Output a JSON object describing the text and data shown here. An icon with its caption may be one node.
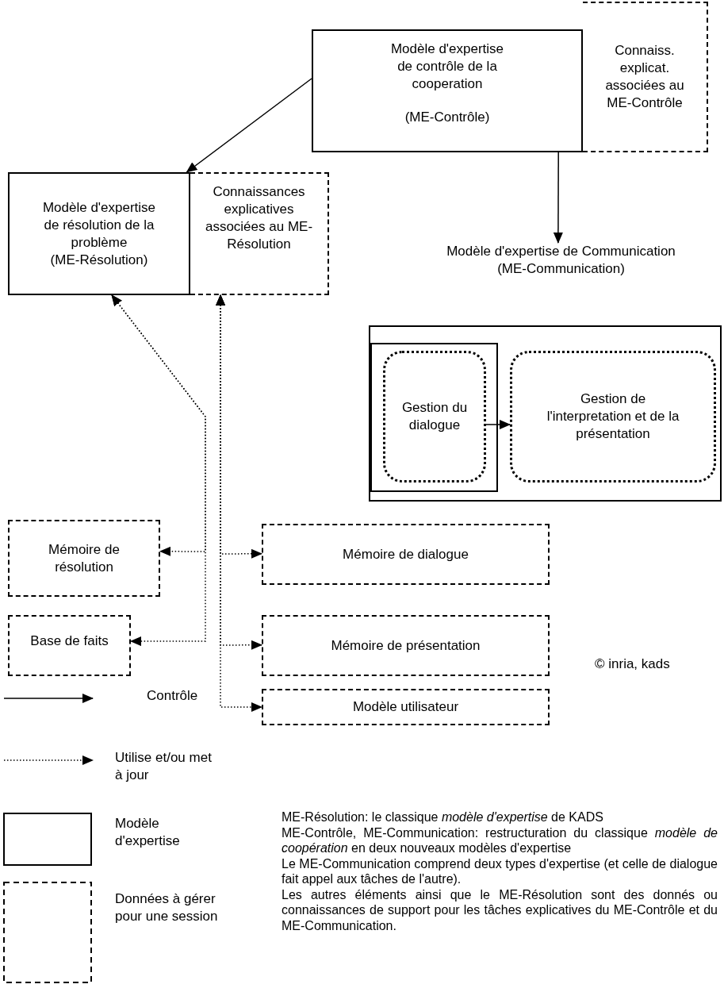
{
  "diagram": {
    "nodes": [
      {
        "text": [
          "Modèle d'expertise de contrôle de la cooperation",
          "(ME-Contrôle)"
        ]
      },
      {
        "text": [
          "Connaiss. explicat. associées au ME-Contrôle"
        ]
      },
      {
        "text": [
          "Modèle d'expertise de résolution de la problème",
          "(ME-Résolution)"
        ]
      },
      {
        "text": [
          "Connaissances explicatives associées au ME-Résolution"
        ]
      },
      {
        "text": [
          "Modèle d'expertise de Communication",
          "(ME-Communication)"
        ]
      },
      {
        "text": [],
        "shape": "box"
      },
      {
        "text": [],
        "shape": "box",
        "in": 5
      },
      {
        "text": [
          "Gestion du dialogue"
        ],
        "in": 6
      },
      {
        "text": [
          "Gestion de l'interpretation et de la présentation"
        ],
        "in": 5
      },
      {
        "text": [
          "Mémoire de résolution"
        ]
      },
      {
        "text": [
          "Mémoire de dialogue"
        ]
      },
      {
        "text": [
          "Base de faits"
        ]
      },
      {
        "text": [
          "Mémoire de présentation"
        ]
      },
      {
        "text": [
          "Modèle utilisateur"
        ]
      }
    ],
    "edges": [
      {
        "from": 0,
        "to": 2,
        "arrow": "to"
      },
      {
        "from": 0,
        "to": 4,
        "arrow": "to"
      },
      {
        "from": 7,
        "to": 8,
        "arrow": "to"
      },
      {
        "from": 2,
        "to": 9,
        "arrow": "both",
        "style": "dashed"
      },
      {
        "from": 2,
        "to": 11,
        "arrow": "both",
        "style": "dashed"
      },
      {
        "from": 3,
        "to": 10,
        "arrow": "both",
        "style": "dashed"
      },
      {
        "from": 3,
        "to": 12,
        "arrow": "both",
        "style": "dashed"
      },
      {
        "from": 3,
        "to": 13,
        "arrow": "both",
        "style": "dashed"
      }
    ],
    "labels": [
      "© inria, kads",
      "ME-Résolution: le classique *modèle d'expertise* de KADS",
      "ME-Contrôle, ME-Communication: restructuration du classique *modèle de coopération* en deux nouveaux modèles d'expertise",
      "Le ME-Communication comprend deux types d'expertise (et celle de dialogue fait appel aux tâches de l'autre).",
      "Les autres éléments ainsi que le ME-Résolution sont des donnés ou connaissances de support pour les tâches explicatives du ME-Contrôle et du ME-Communication."
    ],
    "legend": [
      {
        "text": "Contrôle"
      },
      {
        "text": "Utilise et/ou met à jour"
      },
      {
        "text": "Modèle d'expertise"
      },
      {
        "text": "Données à gérer pour une session"
      }
    ]
  }
}
